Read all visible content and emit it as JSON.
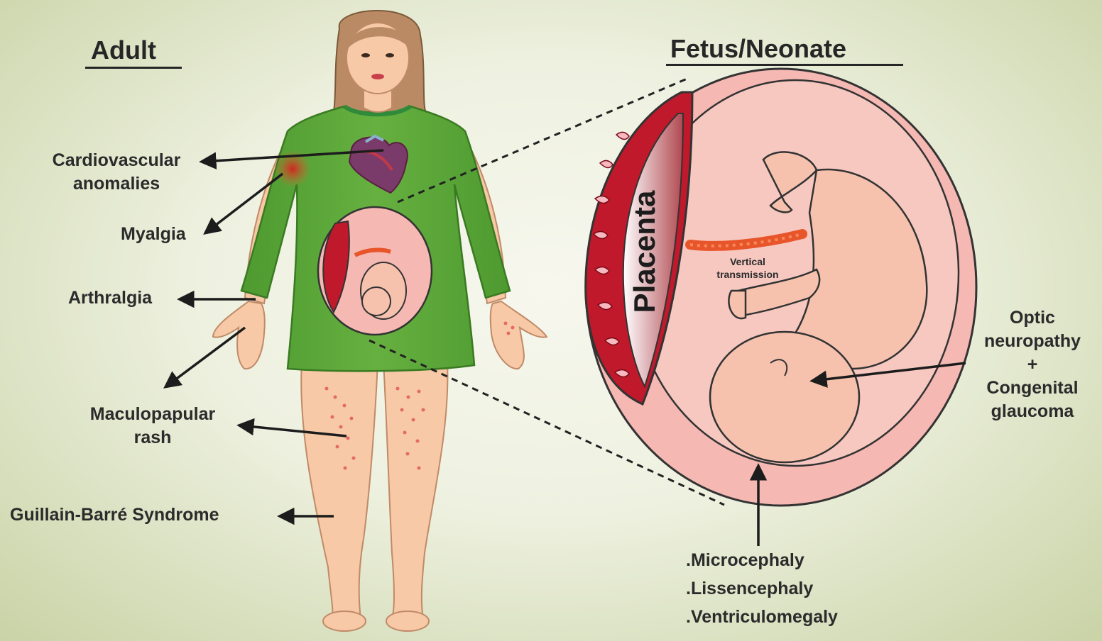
{
  "headings": {
    "adult": "Adult",
    "fetus": "Fetus/Neonate"
  },
  "adult_labels": {
    "cardiovascular_line1": "Cardiovascular",
    "cardiovascular_line2": "anomalies",
    "myalgia": "Myalgia",
    "arthralgia": "Arthralgia",
    "rash_line1": "Maculopapular",
    "rash_line2": "rash",
    "gbs": "Guillain-Barré Syndrome"
  },
  "fetus_labels": {
    "placenta": "Placenta",
    "vertical_line1": "Vertical",
    "vertical_line2": "transmission",
    "optic_line1": "Optic",
    "optic_line2": "neuropathy",
    "optic_line3": "+",
    "optic_line4": "Congenital",
    "optic_line5": "glaucoma",
    "conditions": [
      ".Microcephaly",
      ".Lissencephaly",
      ".Ventriculomegaly"
    ]
  },
  "colors": {
    "dress": "#5fa83a",
    "skin": "#f7c9a6",
    "hair": "#b98a63",
    "uterus": "#f5b8b2",
    "placenta": "#c0192b",
    "cord": "#e8552a",
    "rash": "#e46a6a"
  }
}
